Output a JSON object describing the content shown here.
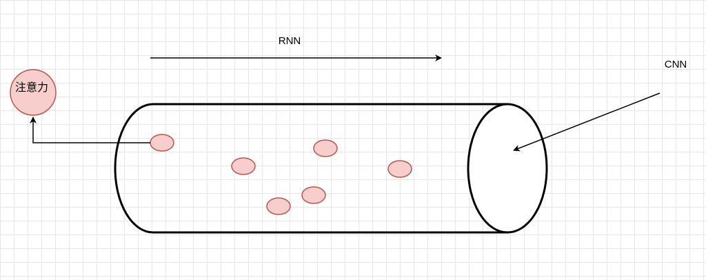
{
  "diagram": {
    "rnn_label": "RNN",
    "cnn_label": "CNN",
    "attention_label": "注意力",
    "colors": {
      "dot_fill": "#f8cecc",
      "dot_stroke": "#b85450",
      "line": "#000000"
    }
  }
}
